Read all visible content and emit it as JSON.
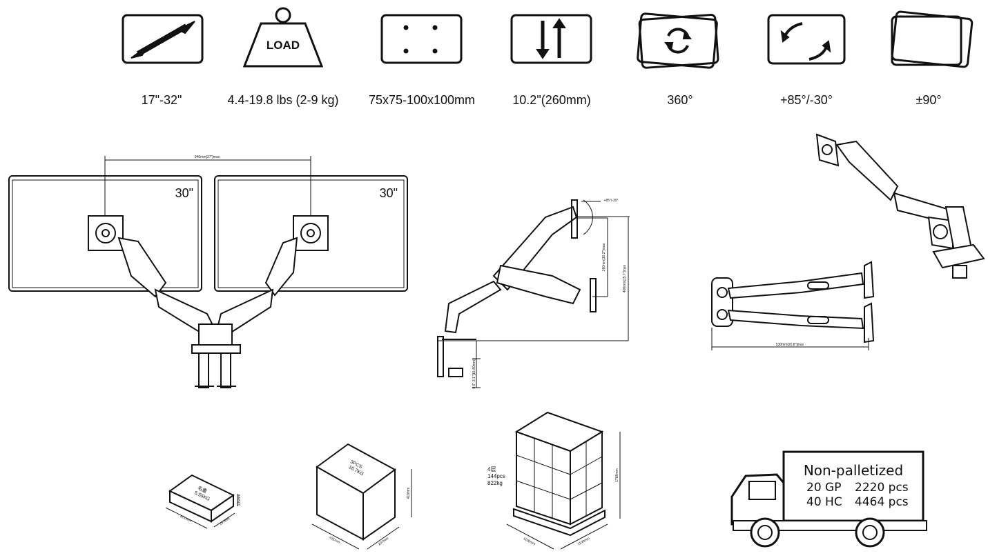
{
  "specs": [
    {
      "icon": "diagonal-size-icon",
      "label": "17\"-32\""
    },
    {
      "icon": "load-weight-icon",
      "label": "4.4-19.8 lbs (2-9 kg)",
      "icon_text": "LOAD"
    },
    {
      "icon": "vesa-pattern-icon",
      "label": "75x75-100x100mm"
    },
    {
      "icon": "height-adjust-icon",
      "label": "10.2\"(260mm)"
    },
    {
      "icon": "rotation-icon",
      "label": "360°"
    },
    {
      "icon": "tilt-icon",
      "label": "+85°/-30°"
    },
    {
      "icon": "swivel-icon",
      "label": "±90°"
    }
  ],
  "dual_monitor": {
    "monitor_left_size": "30\"",
    "monitor_right_size": "30\"",
    "width_dim": "940mm[37\"]max"
  },
  "side_view": {
    "tilt_dim": "+85°/-30°",
    "height_dim": "260mm[10.2\"]max",
    "total_height_dim": "400mm[15.7\"]max",
    "clamp_dim": "0.6\"-3.1\"[15-80mm]"
  },
  "top_view": {
    "reach_dim": "530mm[20.8\"]max"
  },
  "packaging": {
    "single_box": {
      "text1": "毛重",
      "text2": "5.55KG",
      "dim_l": "421mm",
      "dim_w": "187mm",
      "dim_h": "135mm"
    },
    "carton": {
      "text1": "3PCS",
      "text2": "16.7KG",
      "dim_l": "431mm",
      "dim_w": "207mm",
      "dim_h": "419mm"
    },
    "pallet": {
      "layers": "4层",
      "pcs": "144pcs",
      "weight": "822kg",
      "dim_l": "1100mm",
      "dim_w": "1100mm",
      "dim_h": "1786mm"
    },
    "truck": {
      "title": "Non-palletized",
      "row1_type": "20 GP",
      "row1_qty": "2220 pcs",
      "row2_type": "40 HC",
      "row2_qty": "4464 pcs"
    }
  }
}
